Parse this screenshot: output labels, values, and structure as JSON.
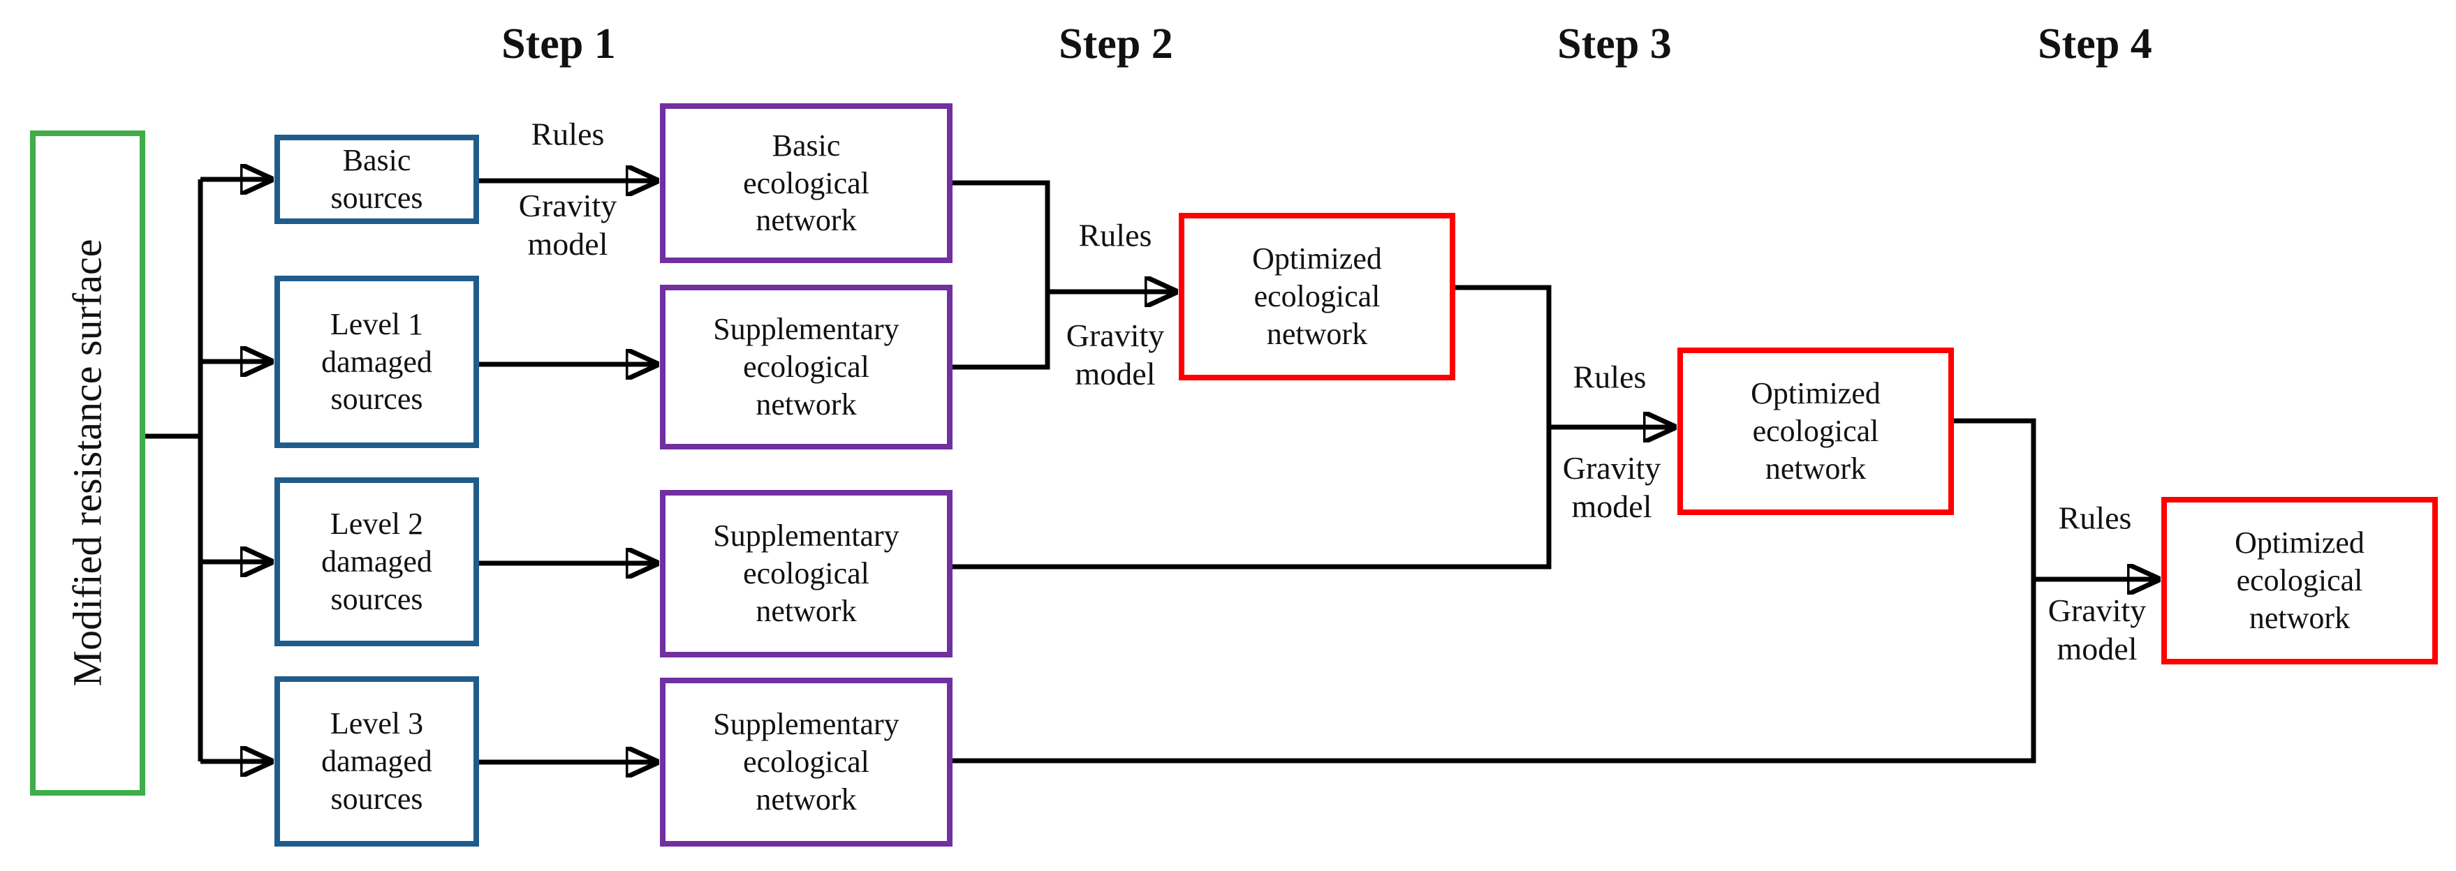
{
  "figure": {
    "description": "Stepwise ecological network construction and optimization flowchart"
  },
  "colors": {
    "c-source": "#3fad49",
    "c-input": "#1f5c8b",
    "c-network": "#7030a0",
    "c-optimized": "#fe0000",
    "c-wire": "#000000",
    "c-text": "#111111",
    "c-bg": "#ffffff"
  },
  "step_labels": [
    "Step 1",
    "Step 2",
    "Step 3",
    "Step 4"
  ],
  "resistance_box": {
    "label": "Modified resistance surface"
  },
  "source_boxes": [
    {
      "lines": [
        "Basic",
        "sources"
      ]
    },
    {
      "lines": [
        "Level 1",
        "damaged",
        "sources"
      ]
    },
    {
      "lines": [
        "Level 2",
        "damaged",
        "sources"
      ]
    },
    {
      "lines": [
        "Level 3",
        "damaged",
        "sources"
      ]
    }
  ],
  "network_boxes": [
    {
      "lines": [
        "Basic",
        "ecological",
        "network"
      ]
    },
    {
      "lines": [
        "Supplementary",
        "ecological",
        "network"
      ]
    },
    {
      "lines": [
        "Supplementary",
        "ecological",
        "network"
      ]
    },
    {
      "lines": [
        "Supplementary",
        "ecological",
        "network"
      ]
    }
  ],
  "optimized_boxes": [
    {
      "lines": [
        "Optimized",
        "ecological",
        "network"
      ]
    },
    {
      "lines": [
        "Optimized",
        "ecological",
        "network"
      ]
    },
    {
      "lines": [
        "Optimized",
        "ecological",
        "network"
      ]
    }
  ],
  "edge_labels": [
    {
      "rules": "Rules",
      "gravity": [
        "Gravity",
        "model"
      ]
    },
    {
      "rules": "Rules",
      "gravity": [
        "Gravity",
        "model"
      ]
    },
    {
      "rules": "Rules",
      "gravity": [
        "Gravity",
        "model"
      ]
    },
    {
      "rules": "Rules",
      "gravity": [
        "Gravity",
        "model"
      ]
    }
  ]
}
